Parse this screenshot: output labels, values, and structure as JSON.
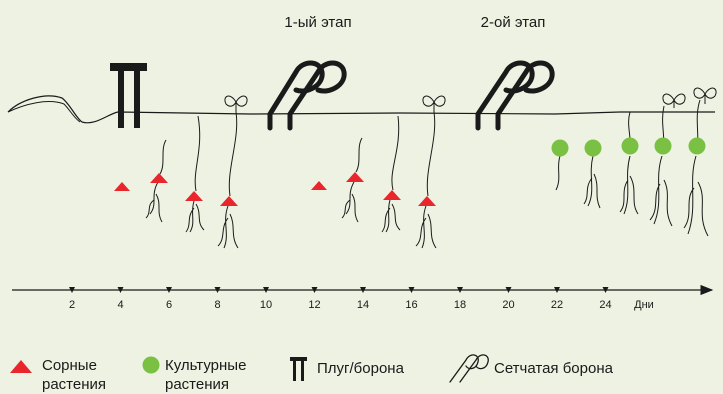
{
  "stages": [
    {
      "label": "1-ый этап",
      "day": 12
    },
    {
      "label": "2-ой этап",
      "day": 20
    }
  ],
  "axis": {
    "ticks": [
      "2",
      "4",
      "6",
      "8",
      "10",
      "12",
      "14",
      "16",
      "18",
      "20",
      "22",
      "24"
    ],
    "unit_label": "Дни"
  },
  "legend": {
    "weeds": [
      "Сорные",
      "растения"
    ],
    "crops": [
      "Культурные",
      "растения"
    ],
    "plow": "Плуг/борона",
    "net_harrow": "Сетчатая борона"
  },
  "colors": {
    "background": "#eef2e2",
    "weed": "#e8262c",
    "crop": "#7ac143",
    "ink": "#1a1a1a"
  },
  "timeline": {
    "plow_day": 4,
    "net_harrow_days": [
      10,
      12,
      19,
      21
    ],
    "weeds_above_ground_days": [
      8.5,
      17
    ],
    "weed_emergence": [
      {
        "day": 4,
        "depth": "shallow"
      },
      {
        "day": 5.5,
        "depth": "mid"
      },
      {
        "day": 7,
        "depth": "deep"
      },
      {
        "day": 8.5,
        "depth": "deep"
      },
      {
        "day": 12,
        "depth": "shallow"
      },
      {
        "day": 13.5,
        "depth": "mid"
      },
      {
        "day": 15,
        "depth": "deep"
      },
      {
        "day": 16.5,
        "depth": "deep"
      }
    ],
    "crop_days": [
      22,
      23.5,
      25,
      26.5,
      28
    ]
  }
}
